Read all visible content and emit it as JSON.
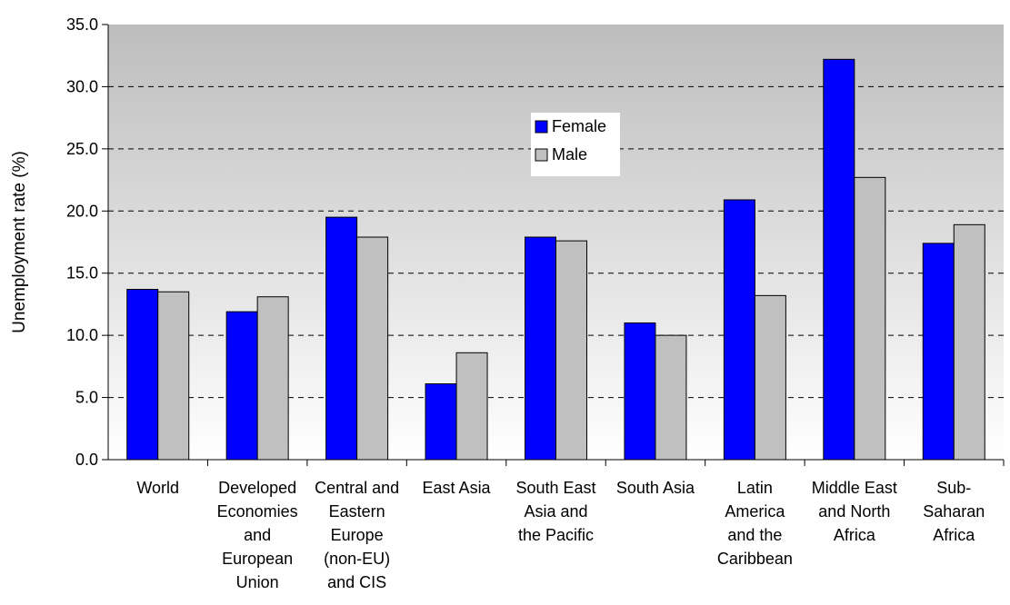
{
  "chart_data": {
    "type": "bar",
    "title": "",
    "xlabel": "",
    "ylabel": "Unemployment rate (%)",
    "ylim": [
      0,
      35
    ],
    "yticks": [
      "0.0",
      "5.0",
      "10.0",
      "15.0",
      "20.0",
      "25.0",
      "30.0",
      "35.0"
    ],
    "grid": true,
    "legend_position": "upper-center",
    "categories": [
      [
        "World"
      ],
      [
        "Developed",
        "Economies",
        "and",
        "European",
        "Union"
      ],
      [
        "Central and",
        "Eastern",
        "Europe",
        "(non-EU)",
        "and CIS"
      ],
      [
        "East Asia"
      ],
      [
        "South East",
        "Asia and",
        "the Pacific"
      ],
      [
        "South Asia"
      ],
      [
        "Latin",
        "America",
        "and the",
        "Caribbean"
      ],
      [
        "Middle East",
        "and North",
        "Africa"
      ],
      [
        "Sub-",
        "Saharan",
        "Africa"
      ]
    ],
    "series": [
      {
        "name": "Female",
        "color": "#0000FF",
        "values": [
          13.7,
          11.9,
          19.5,
          6.1,
          17.9,
          11.0,
          20.9,
          32.2,
          17.4
        ]
      },
      {
        "name": "Male",
        "color": "#C0C0C0",
        "values": [
          13.5,
          13.1,
          17.9,
          8.6,
          17.6,
          10.0,
          13.2,
          22.7,
          18.9
        ]
      }
    ],
    "plot_background": [
      "#BDBDBD",
      "#FFFFFF"
    ]
  }
}
